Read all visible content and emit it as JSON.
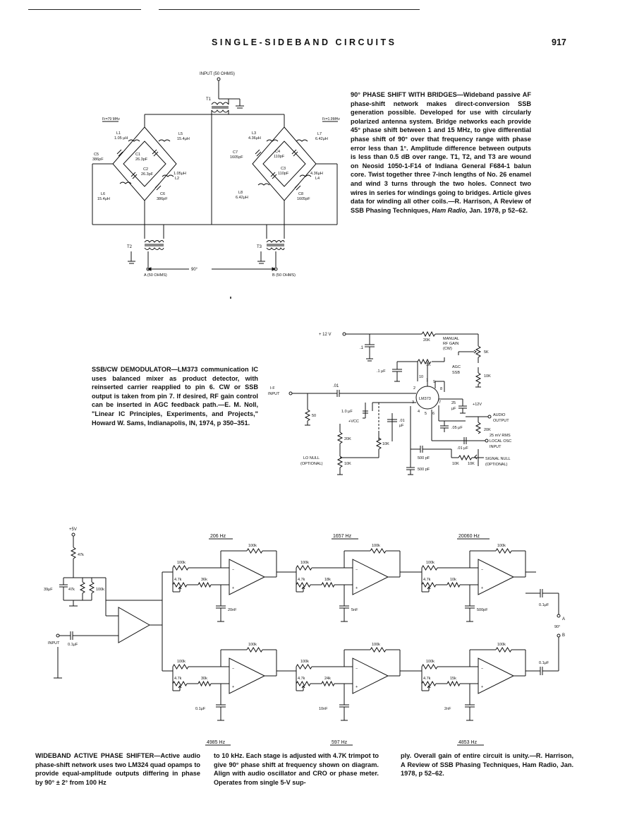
{
  "header": {
    "title": "SINGLE-SIDEBAND CIRCUITS",
    "page_number": "917"
  },
  "fig1": {
    "input_label": "INPUT (50 OHMS)",
    "fr_left": "Fr=79 MHz",
    "fr_right": "Fr=1.9MHz",
    "t1": "T1",
    "t2": "T2",
    "t3": "T3",
    "l1": [
      "L1",
      "1.05 μH"
    ],
    "l5": [
      "L5",
      "15.4μH"
    ],
    "c5": [
      "C5",
      "386pF"
    ],
    "c1": [
      "C1",
      "26.3pF"
    ],
    "c2": [
      "C2",
      "26.3pF"
    ],
    "l2": [
      "1.05μH",
      "L2"
    ],
    "l6": [
      "L6",
      "15.4μH"
    ],
    "c6": [
      "C6",
      "386pF"
    ],
    "l3": [
      "L3",
      "4.36μH"
    ],
    "l7": [
      "L7",
      "6.42μH"
    ],
    "c7": [
      "C7",
      "1605pF"
    ],
    "c4": [
      "C4",
      "110pF"
    ],
    "c3": [
      "C3",
      "110pF"
    ],
    "l4": [
      "4.36μH",
      "L4"
    ],
    "l8": [
      "L8",
      "6.42μH"
    ],
    "c8": [
      "C8",
      "1605pF"
    ],
    "out_a": "A (50 OHMS)",
    "out_b": "B (50 OHMS)",
    "phase": "90°"
  },
  "caption1": {
    "head": "90° PHASE SHIFT WITH BRIDGES—",
    "body": "Wideband passive AF phase-shift network makes direct-conversion SSB generation possible. Developed for use with circularly polarized antenna system. Bridge networks each provide 45° phase shift between 1 and 15 MHz, to give differential phase shift of 90° over that frequency range with phase error less than 1°. Amplitude difference between outputs is less than 0.5 dB over range. T1, T2, and T3 are wound on Neosid 1050-1-F14 of Indiana General F684-1 balun core. Twist together three 7-inch lengths of No. 26 enamel and wind 3 turns through the two holes. Connect two wires in series for windings going to bridges. Article gives data for winding all other coils.—R. Harrison, A Review of SSB Phasing Techniques, ",
    "pub": "Ham Radio,",
    "tail": " Jan. 1978, p 52–62."
  },
  "fig2": {
    "supply": "+ 12 V",
    "c_in": ".1",
    "r_20k_top": "20K",
    "rf_gain": [
      "MANUAL",
      "RF GAIN",
      "(CW)"
    ],
    "r_5k": "5K",
    "c_1uf": ".1 μF",
    "r_1k": "1K",
    "agc": [
      "AGC",
      "SSB"
    ],
    "r_10k_r": "10K",
    "if_input": [
      "I-F",
      "INPUT"
    ],
    "c_01": ".01",
    "r_50": "50",
    "c_1_0": "1.0 μF",
    "vcc": "+VCC",
    "ic": "LM373",
    "pins": [
      "1",
      "2",
      "3",
      "4",
      "5",
      "6",
      "7",
      "8",
      "9",
      "10"
    ],
    "c_25": [
      "25",
      "μF"
    ],
    "v12": "+12V",
    "c_01b": [
      ".01",
      "μF"
    ],
    "c_05": ".05 μF",
    "audio_out": [
      "AUDIO",
      "OUTPUT"
    ],
    "r_20k_b": "20K",
    "r_20k_l": "20K",
    "r_10k_l": "10K",
    "c_01c": ".01 μF",
    "local_osc": [
      "25 mV RMS",
      "LOCAL OSC",
      "INPUT"
    ],
    "c_500a": "500 pF",
    "c_500b": "500 pF",
    "lo_null": [
      "LO NULL",
      "(OPTIONAL)"
    ],
    "r_10k_lo": "10K",
    "r_10k_a": "10K",
    "r_10k_b": "10K",
    "signal_null": [
      "SIGNAL NULL",
      "(OPTIONAL)"
    ]
  },
  "caption2": {
    "head": "SSB/CW DEMODULATOR—",
    "body": "LM373 communication IC uses balanced mixer as product detector, with reinserted carrier reapplied to pin 6. CW or SSB output is taken from pin 7. If desired, RF gain control can be inserted in AGC feedback path.—E. M. Noll, \"Linear IC Principles, Experiments, and Projects,\" Howard W. Sams, Indianapolis, IN, 1974, p 350–351."
  },
  "fig3": {
    "supply": "+5V",
    "r_47k": "47k",
    "c_39": "39μF",
    "r_47k2": "47k",
    "r_100k": "100k",
    "input": "INPUT",
    "c_in": "0.1μF",
    "freqs_top": [
      "206 Hz",
      "1657 Hz",
      "20060 Hz"
    ],
    "freqs_bot": [
      "4985 Hz",
      "597 Hz",
      "4853 Hz"
    ],
    "r100k": "100k",
    "r4_7k": "4.7k",
    "top_r": [
      "36k",
      "18k",
      "10k"
    ],
    "top_c": [
      "20nF",
      "5nF",
      "500pF"
    ],
    "bot_r": [
      "30k",
      "24k",
      "15k"
    ],
    "bot_c": [
      "0.1μF",
      "10nF",
      "2nF"
    ],
    "out_c": "0.1μF",
    "out_a": "A",
    "out_phase": "90°",
    "out_b": "B"
  },
  "caption3": {
    "head": "WIDEBAND ACTIVE PHASE SHIFTER—",
    "body1": "Active audio phase-shift network uses two LM324 quad opamps to provide equal-amplitude outputs differing in phase by 90° ± 2° from 100 Hz",
    "body2": "to 10 kHz. Each stage is adjusted with 4.7K trimpot to give 90° phase shift at frequency shown on diagram. Align with audio oscillator and CRO or phase meter. Operates from single 5-V sup-",
    "body3a": "ply. Overall gain of entire circuit is unity.—R. Harrison, A Review of SSB Phasing Techniques, ",
    "pub": "Ham Radio,",
    "body3b": " Jan. 1978, p 52–62."
  }
}
